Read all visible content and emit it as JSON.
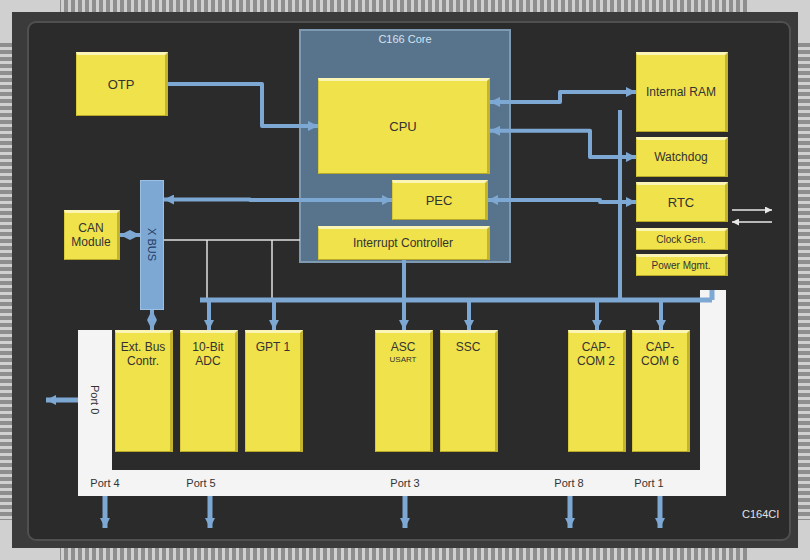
{
  "diagram": {
    "nodes": [
      {
        "text": [
          "OTP"
        ]
      },
      {
        "text": [
          "C166 Core"
        ]
      },
      {
        "text": [
          "CPU"
        ],
        "in": 1
      },
      {
        "text": [
          "PEC"
        ],
        "in": 1
      },
      {
        "text": [
          "Interrupt Controller"
        ],
        "in": 1
      },
      {
        "text": [
          "Internal RAM"
        ]
      },
      {
        "text": [
          "Watchdog"
        ]
      },
      {
        "text": [
          "RTC"
        ]
      },
      {
        "text": [
          "Clock Gen."
        ]
      },
      {
        "text": [
          "Power Mgmt."
        ]
      },
      {
        "text": [
          "CAN Module"
        ]
      },
      {
        "text": [
          "X BUS"
        ]
      },
      {
        "text": [
          "Port 0"
        ]
      },
      {
        "text": [
          "Ext. Bus Contr."
        ]
      },
      {
        "text": [
          "10-Bit ADC"
        ]
      },
      {
        "text": [
          "GPT 1"
        ]
      },
      {
        "text": [
          "ASC",
          "USART"
        ]
      },
      {
        "text": [
          "SSC"
        ]
      },
      {
        "text": [
          "CAP-COM 2"
        ]
      },
      {
        "text": [
          "CAP-COM 6"
        ]
      },
      {
        "text": [
          "Port 4"
        ]
      },
      {
        "text": [
          "Port 5"
        ]
      },
      {
        "text": [
          "Port 3"
        ]
      },
      {
        "text": [
          "Port 8"
        ]
      },
      {
        "text": [
          "Port 1"
        ]
      }
    ],
    "edges": [
      {
        "from": 0,
        "to": 2,
        "arrow": "to"
      },
      {
        "from": 2,
        "to": 5,
        "arrow": "both"
      },
      {
        "from": 2,
        "to": 6,
        "arrow": "both"
      },
      {
        "from": 3,
        "to": 7,
        "arrow": "both"
      },
      {
        "from": 11,
        "to": 3,
        "arrow": "both"
      },
      {
        "from": 10,
        "to": 11,
        "arrow": "both"
      },
      {
        "from": 11,
        "to": 13,
        "arrow": "both"
      },
      {
        "from": 4,
        "to": 14,
        "arrow": "to"
      },
      {
        "from": 4,
        "to": 15,
        "arrow": "to"
      },
      {
        "from": 4,
        "to": 16,
        "arrow": "to"
      },
      {
        "from": 4,
        "to": 17,
        "arrow": "to"
      },
      {
        "from": 4,
        "to": 18,
        "arrow": "to"
      },
      {
        "from": 4,
        "to": 19,
        "arrow": "to"
      }
    ],
    "labels": [
      "C164CI"
    ]
  }
}
